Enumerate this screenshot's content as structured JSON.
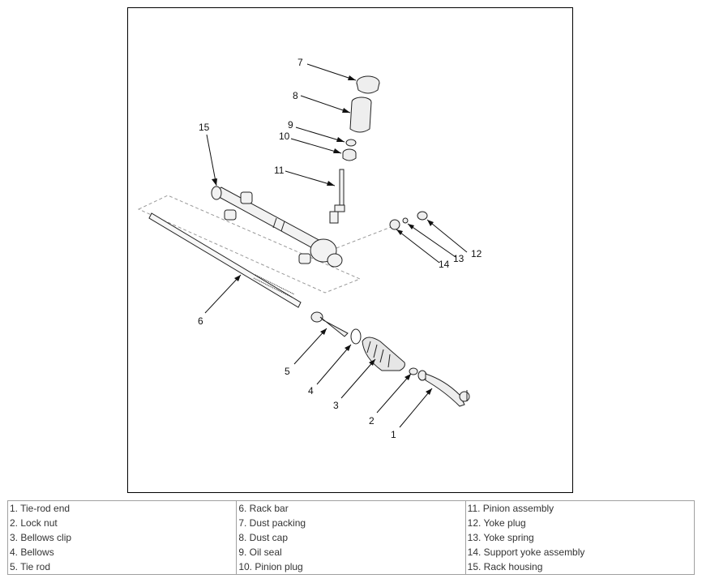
{
  "callouts": {
    "c1": "1",
    "c2": "2",
    "c3": "3",
    "c4": "4",
    "c5": "5",
    "c6": "6",
    "c7": "7",
    "c8": "8",
    "c9": "9",
    "c10": "10",
    "c11": "11",
    "c12": "12",
    "c13": "13",
    "c14": "14",
    "c15": "15"
  },
  "legend": {
    "col1": [
      "1. Tie-rod end",
      "2. Lock nut",
      "3. Bellows clip",
      "4. Bellows",
      "5. Tie rod"
    ],
    "col2": [
      "6. Rack bar",
      "7. Dust packing",
      "8. Dust cap",
      "9. Oil seal",
      "10. Pinion plug"
    ],
    "col3": [
      "11. Pinion assembly",
      "12. Yoke plug",
      "13. Yoke spring",
      "14. Support yoke assembly",
      "15. Rack housing"
    ]
  }
}
